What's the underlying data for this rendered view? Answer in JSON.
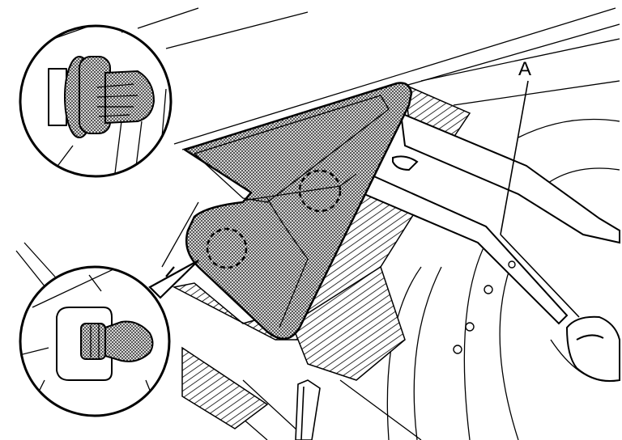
{
  "diagram": {
    "callout_label": "A",
    "ink_color": "#000000",
    "paper_color": "#ffffff",
    "part_fill": "dotted-gray",
    "hatch_style": "diagonal-lines"
  }
}
